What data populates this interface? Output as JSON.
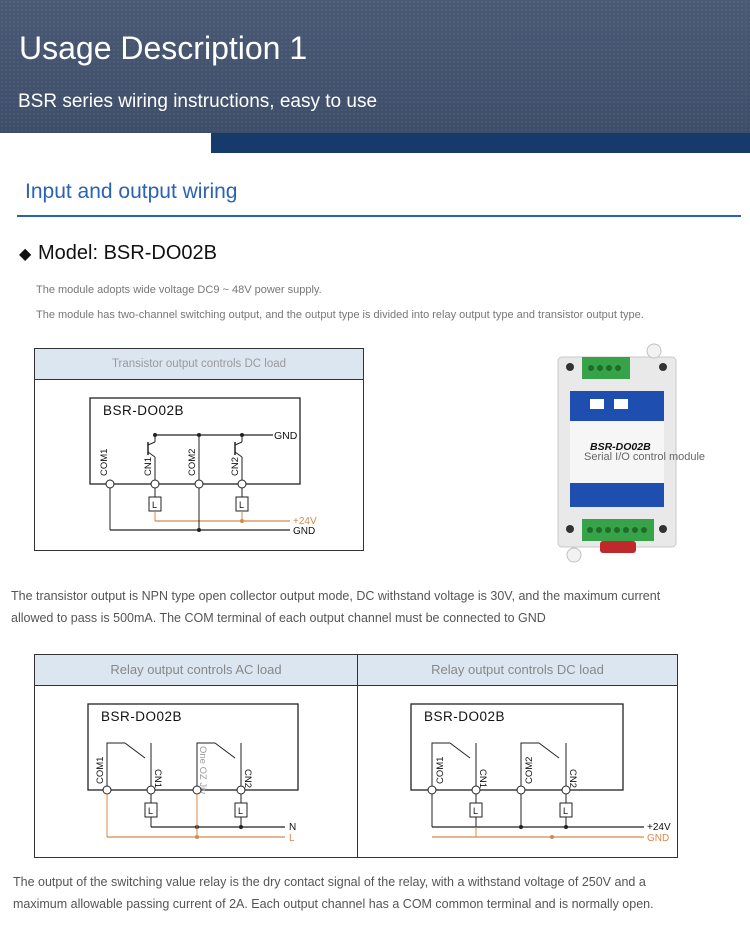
{
  "banner": {
    "title": "Usage Description 1",
    "subtitle": "BSR series wiring instructions, easy to use"
  },
  "section": {
    "title": "Input and output wiring"
  },
  "model": {
    "bullet": "◆",
    "title": "Model: BSR-DO02B",
    "note1": "The module adopts wide voltage DC9 ~ 48V power supply.",
    "note2": "The module has two-channel switching output, and the output type is divided into relay output type and transistor output type."
  },
  "transistor_diagram": {
    "header": "Transistor output controls DC load",
    "model": "BSR-DO02B",
    "terminals": [
      "COM1",
      "CN1",
      "COM2",
      "CN2"
    ],
    "gnd_label": "GND",
    "load_label": "L",
    "pos_label": "+24V",
    "neg_label": "GND"
  },
  "device": {
    "model": "BSR-DO02B",
    "caption": "Serial I/O control module"
  },
  "transistor_text": {
    "line1": "The transistor output is NPN type open collector output mode, DC withstand voltage is 30V, and the maximum current",
    "line2": "allowed to pass is 500mA. The COM terminal of each output channel must be connected to GND"
  },
  "relay_ac_diagram": {
    "header": "Relay output controls AC load",
    "model": "BSR-DO02B",
    "terminals": [
      "COM1",
      "CN1",
      "One OZ Jiv",
      "CN2"
    ],
    "load_label": "L",
    "n_label": "N",
    "l_label": "L"
  },
  "relay_dc_diagram": {
    "header": "Relay output controls DC load",
    "model": "BSR-DO02B",
    "terminals": [
      "COM1",
      "CN1",
      "COM2",
      "CN2"
    ],
    "load_label": "L",
    "pos_label": "+24V",
    "neg_label": "GND"
  },
  "relay_text": {
    "line1": "The output of the switching value relay is the dry contact signal of the relay, with a withstand voltage of 250V and a",
    "line2": "maximum allowable passing current of 2A. Each output channel has a COM common terminal and is normally open."
  },
  "colors": {
    "accent_blue": "#2a62b5",
    "navy": "#163a6b",
    "wire_orange": "#d4894a",
    "header_fill": "#dce6f1"
  }
}
